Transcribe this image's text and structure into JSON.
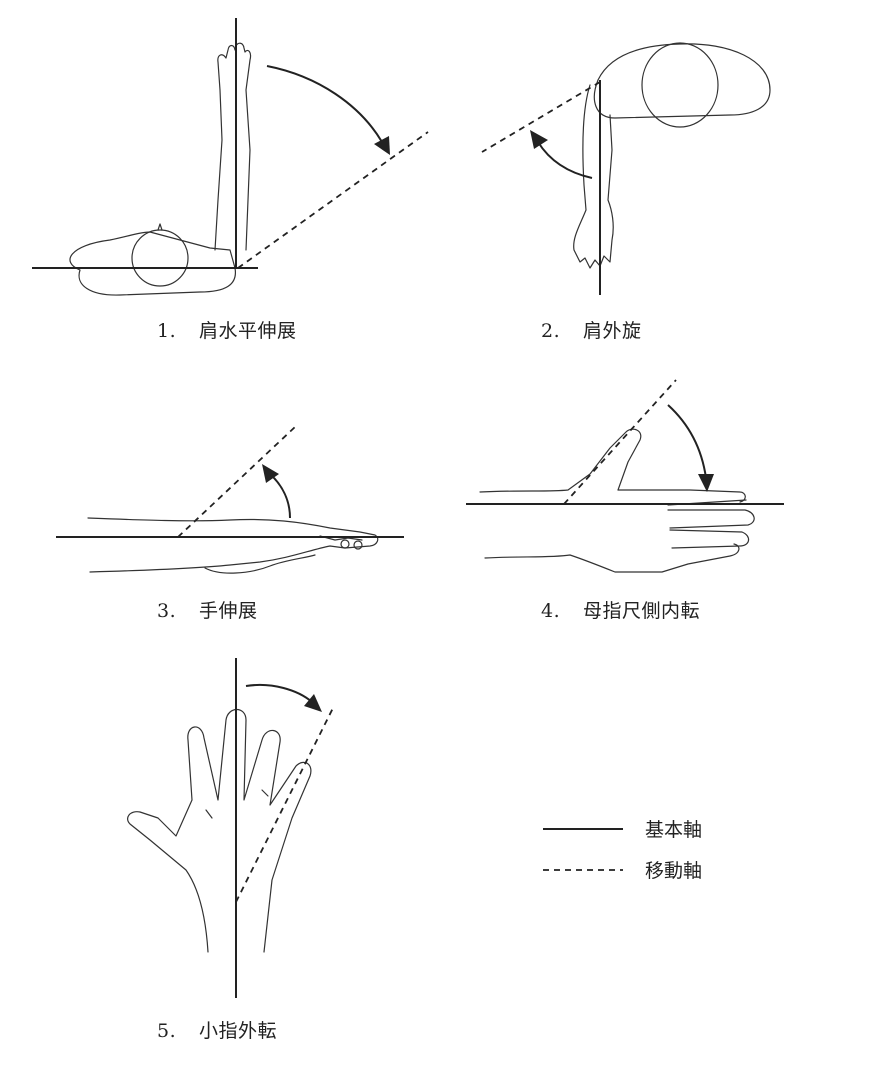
{
  "figures": [
    {
      "id": 1,
      "number": "1.",
      "caption": "肩水平伸展",
      "icon": "shoulder-horizontal-extension-figure"
    },
    {
      "id": 2,
      "number": "2.",
      "caption": "肩外旋",
      "icon": "shoulder-external-rotation-figure"
    },
    {
      "id": 3,
      "number": "3.",
      "caption": "手伸展",
      "icon": "wrist-extension-figure"
    },
    {
      "id": 4,
      "number": "4.",
      "caption": "母指尺側内転",
      "icon": "thumb-ulnar-adduction-figure"
    },
    {
      "id": 5,
      "number": "5.",
      "caption": "小指外転",
      "icon": "little-finger-abduction-figure"
    }
  ],
  "legend": {
    "basic_axis": "基本軸",
    "moving_axis": "移動軸"
  },
  "colors": {
    "line": "#222222",
    "background": "#ffffff"
  }
}
